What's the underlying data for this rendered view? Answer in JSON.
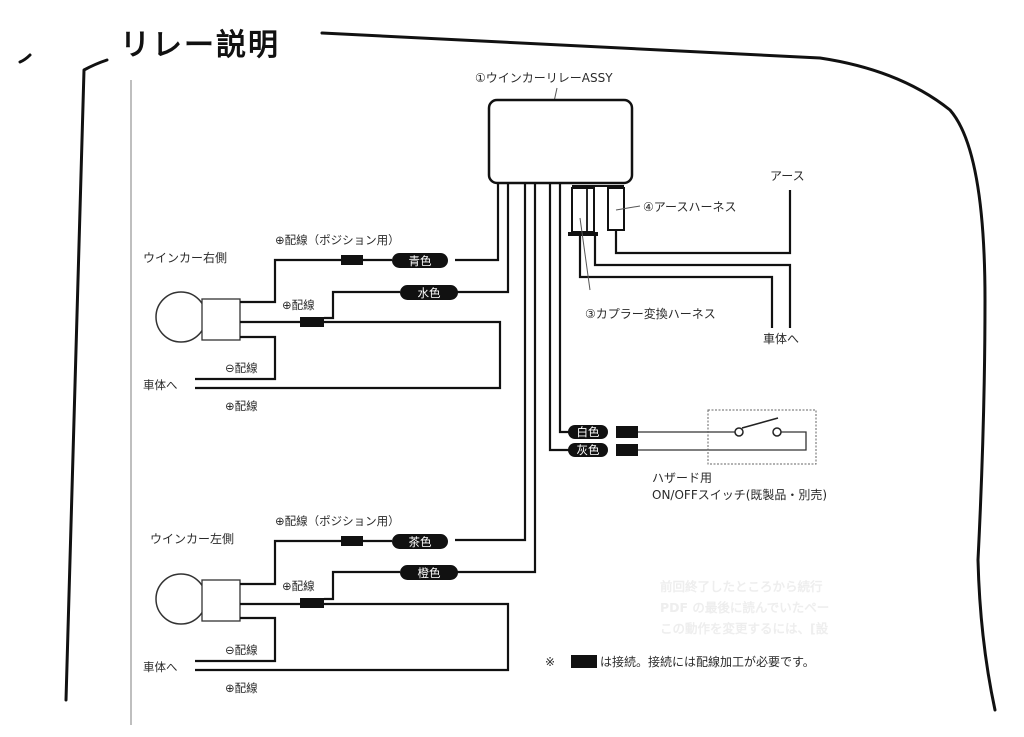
{
  "annotation": {
    "handwritten_title": "リレー説明"
  },
  "relay": {
    "label": "①ウインカーリレーASSY"
  },
  "harness": {
    "earth_harness_label": "④アースハーネス",
    "earth_label": "アース",
    "coupler_label": "③カプラー変換ハーネス",
    "to_body_label": "車体へ"
  },
  "right_side": {
    "title": "ウインカー右側",
    "position_wire_label": "⊕配線（ポジション用）",
    "position_wire_color": "青色",
    "plus_wire_label": "⊕配線",
    "plus_wire_color": "水色",
    "minus_wire_label": "⊖配線",
    "to_body_label": "車体へ",
    "bottom_plus_label": "⊕配線"
  },
  "left_side": {
    "title": "ウインカー左側",
    "position_wire_label": "⊕配線（ポジション用）",
    "position_wire_color": "茶色",
    "plus_wire_label": "⊕配線",
    "plus_wire_color": "橙色",
    "minus_wire_label": "⊖配線",
    "to_body_label": "車体へ",
    "bottom_plus_label": "⊕配線"
  },
  "hazard": {
    "wire1_color": "白色",
    "wire2_color": "灰色",
    "caption_line1": "ハザード用",
    "caption_line2": "ON/OFFスイッチ(既製品・別売)"
  },
  "note": {
    "symbol": "※",
    "text": "は接続。接続には配線加工が必要です。"
  },
  "ghost_text": {
    "line1": "前回終了したところから続行",
    "line2": "PDF の最後に読んでいたペー",
    "line3": "この動作を変更するには、[設"
  }
}
